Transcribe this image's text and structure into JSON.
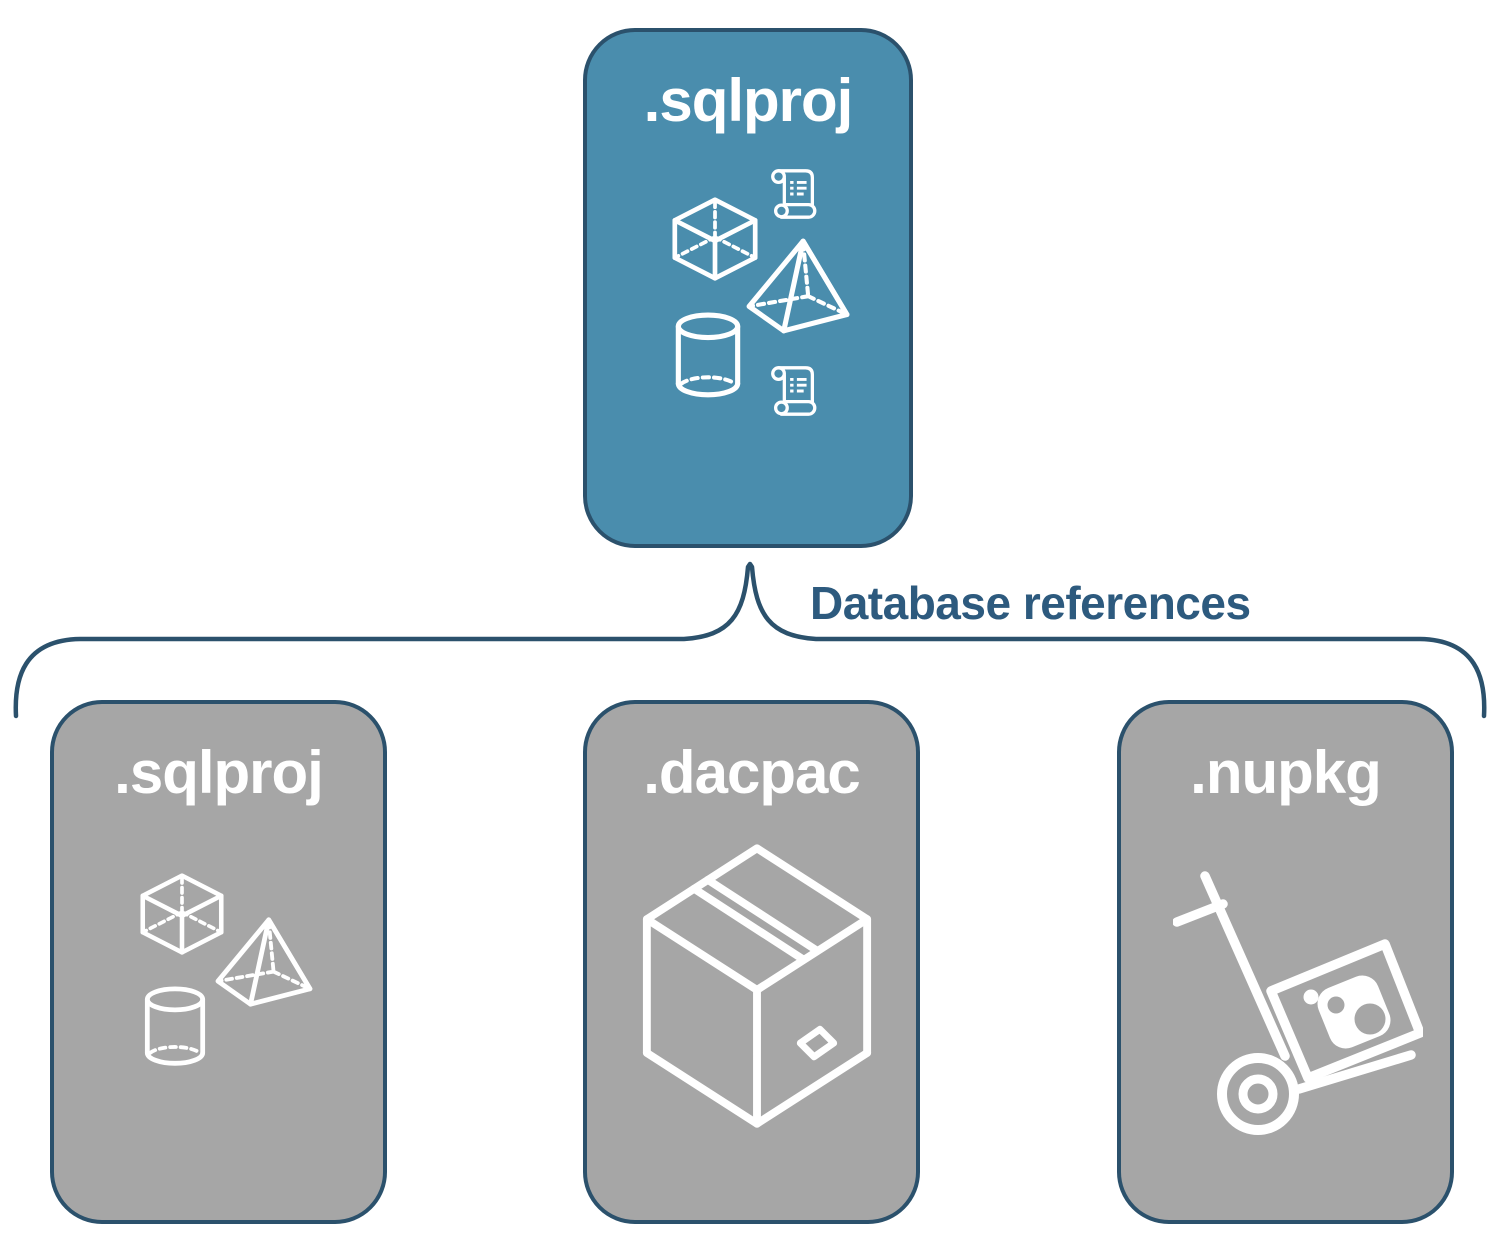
{
  "diagram": {
    "title_hint": "SQL project database references diagram",
    "top_node": {
      "label": ".sqlproj",
      "icons": [
        "cube-icon",
        "script-scroll-icon",
        "pyramid-icon",
        "database-cylinder-icon",
        "script-scroll-icon"
      ]
    },
    "connector": {
      "label": "Database references"
    },
    "child_nodes": [
      {
        "label": ".sqlproj",
        "icons": [
          "cube-icon",
          "pyramid-icon",
          "database-cylinder-icon"
        ]
      },
      {
        "label": ".dacpac",
        "icons": [
          "package-box-icon"
        ]
      },
      {
        "label": ".nupkg",
        "icons": [
          "nuget-handtruck-icon"
        ]
      }
    ],
    "colors": {
      "top_node_fill": "#4A8DAD",
      "child_node_fill": "#A6A6A6",
      "outline_stroke": "#2B516C",
      "connector_text": "#2D5A7E",
      "node_label_text": "#FFFFFF",
      "icon_stroke": "#FFFFFF",
      "background": "#FFFFFF"
    }
  }
}
